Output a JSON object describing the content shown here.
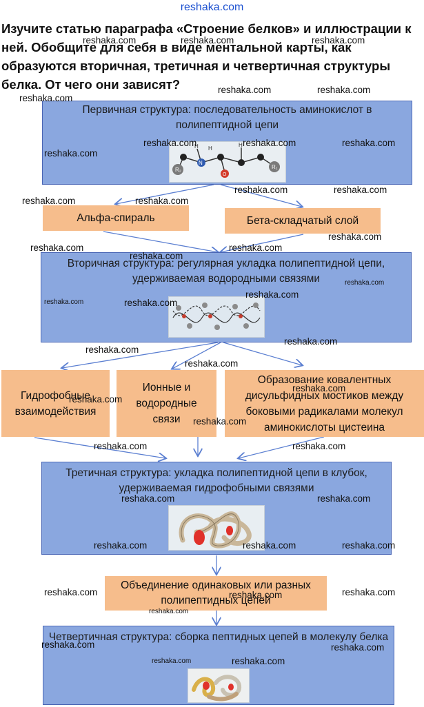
{
  "site": "reshaka.com",
  "question": "Изучите статью параграфа «Строение белков» и иллюстрации к ней. Обобщите для себя в виде ментальной карты, как образуются вторичная, третичная и четвертичная структуры белка. От чего они зависят?",
  "primary": "Первичная структура: последовательность аминокислот в полипептидной цепи",
  "alpha": "Альфа-спираль",
  "beta": "Бета-складчатый слой",
  "secondary": "Вторичная структура: регулярная укладка полипептидной цепи, удерживаемая водородными связями",
  "hydrophobic": "Гидрофобные взаимодействия",
  "ionic": "Ионные и водородные связи",
  "disulfide": "Образование ковалентных дисульфидных мостиков между боковыми радикалами молекул аминокислоты цистеина",
  "tertiary": "Третичная структура: укладка полипептидной цепи в клубок, удерживаемая гидрофобными связями",
  "union": "Объединение одинаковых или разных полипептидных цепей",
  "quaternary": "Четвертичная структура: сборка пептидных цепей в молекулу белка",
  "molecule_labels": {
    "r2": "R₂",
    "r1": "R₁",
    "h1": "H",
    "h2": "H",
    "h3": "H",
    "n": "N",
    "o": "O"
  },
  "colors": {
    "blue_box": "#8aa7df",
    "blue_border": "#4a66b5",
    "orange_box": "#f6bd8c",
    "arrow": "#5b7fd1",
    "site": "#1a4fd0"
  }
}
